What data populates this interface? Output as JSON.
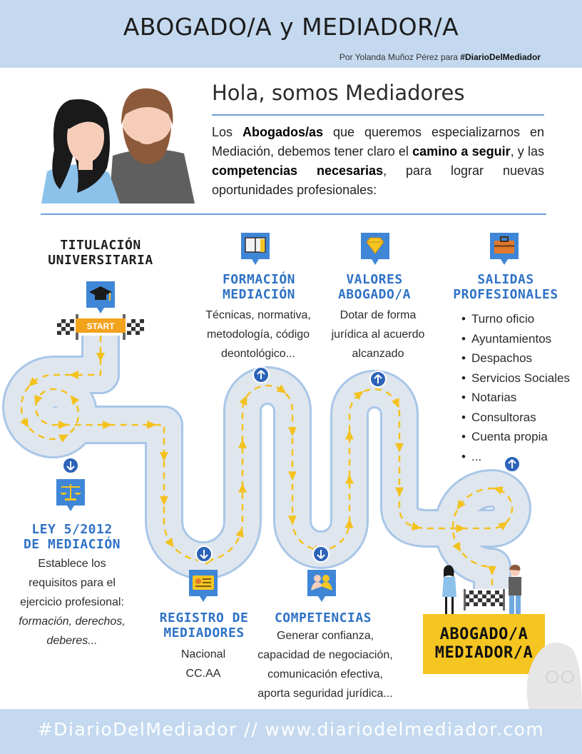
{
  "header": {
    "title": "ABOGADO/A  y MEDIADOR/A",
    "byline_prefix": "Por Yolanda Muñoz Pérez para ",
    "byline_tag": "#DiarioDelMediador"
  },
  "intro": {
    "title": "Hola, somos Mediadores",
    "text_parts": [
      {
        "t": "Los ",
        "b": false
      },
      {
        "t": "Abogados/as",
        "b": true
      },
      {
        "t": " que queremos especializarnos en Mediación, debemos tener claro el ",
        "b": false
      },
      {
        "t": "camino a seguir",
        "b": true
      },
      {
        "t": ", y las ",
        "b": false
      },
      {
        "t": "competencias necesarias",
        "b": true
      },
      {
        "t": ", para lograr nuevas oportunidades profesionales:",
        "b": false
      }
    ]
  },
  "road": {
    "start_label": "START",
    "stroke_color": "#a9c6e8",
    "road_color": "#dfe6ee",
    "dash_color": "#f4c21f"
  },
  "stages": {
    "titulacion": {
      "title_1": "TITULACIÓN",
      "title_2": "UNIVERSITARIA",
      "icon": "graduation-cap-icon"
    },
    "formacion": {
      "title_1": "FORMACIÓN",
      "title_2": "MEDIACIÓN",
      "desc_1": "Técnicas, normativa,",
      "desc_2": "metodología, código",
      "desc_3": "deontológico...",
      "icon": "book-icon"
    },
    "valores": {
      "title_1": "VALORES",
      "title_2": "ABOGADO/A",
      "desc_1": "Dotar de forma",
      "desc_2": "jurídica al acuerdo",
      "desc_3": "alcanzado",
      "icon": "diamond-icon"
    },
    "salidas": {
      "title_1": "SALIDAS",
      "title_2": "PROFESIONALES",
      "icon": "briefcase-icon",
      "items": [
        "Turno oficio",
        "Ayuntamientos",
        "Despachos",
        "Servicios Sociales",
        "Notarias",
        "Consultoras",
        "Cuenta propia",
        "..."
      ]
    },
    "ley": {
      "title_1": "LEY 5/2012",
      "title_2": "DE MEDIACIÓN",
      "desc_1": "Establece los",
      "desc_2": "requisitos para el",
      "desc_3": "ejercicio profesional:",
      "desc_4": "formación, derechos,",
      "desc_5": "deberes...",
      "icon": "scales-icon"
    },
    "registro": {
      "title_1": "REGISTRO DE",
      "title_2": "MEDIADORES",
      "desc_1": "Nacional",
      "desc_2": "CC.AA",
      "icon": "id-card-icon"
    },
    "competencias": {
      "title": "COMPETENCIAS",
      "desc_1": "Generar confianza,",
      "desc_2": "capacidad de negociación,",
      "desc_3": "comunicación efectiva,",
      "desc_4": "aporta seguridad jurídica...",
      "icon": "handshake-icon"
    },
    "final": {
      "title_1": "ABOGADO/A",
      "title_2": "MEDIADOR/A"
    }
  },
  "footer": {
    "text": "#DiarioDelMediador // www.diariodelmediador.com"
  },
  "colors": {
    "header_bg": "#c4d9ef",
    "accent_blue": "#2f72c6",
    "final_yellow": "#f5c521",
    "pin_blue": "#2d63b8"
  }
}
